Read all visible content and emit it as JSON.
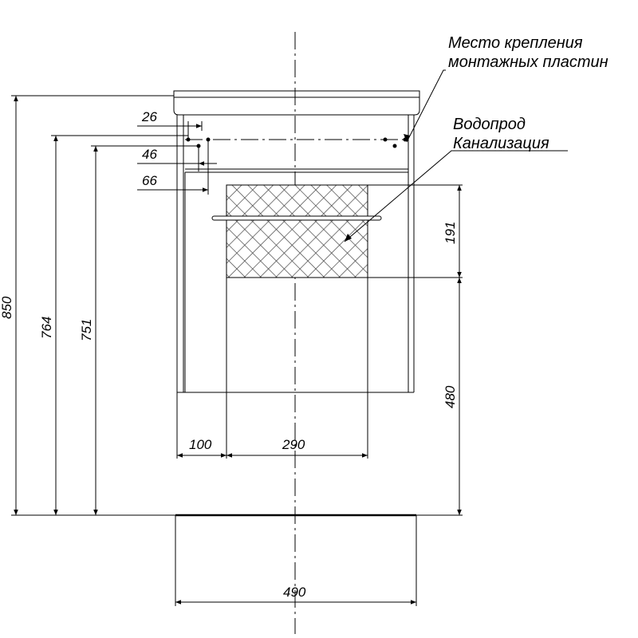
{
  "callouts": {
    "mounting_line1": "Место крепления",
    "mounting_line2": "монтажных пластин",
    "water": "Водопрод",
    "sewer": "Канализация"
  },
  "dimensions": {
    "d26": "26",
    "d46": "46",
    "d66": "66",
    "d191": "191",
    "d480": "480",
    "d100": "100",
    "d290": "290",
    "d490": "490",
    "d850": "850",
    "d764": "764",
    "d751": "751"
  }
}
